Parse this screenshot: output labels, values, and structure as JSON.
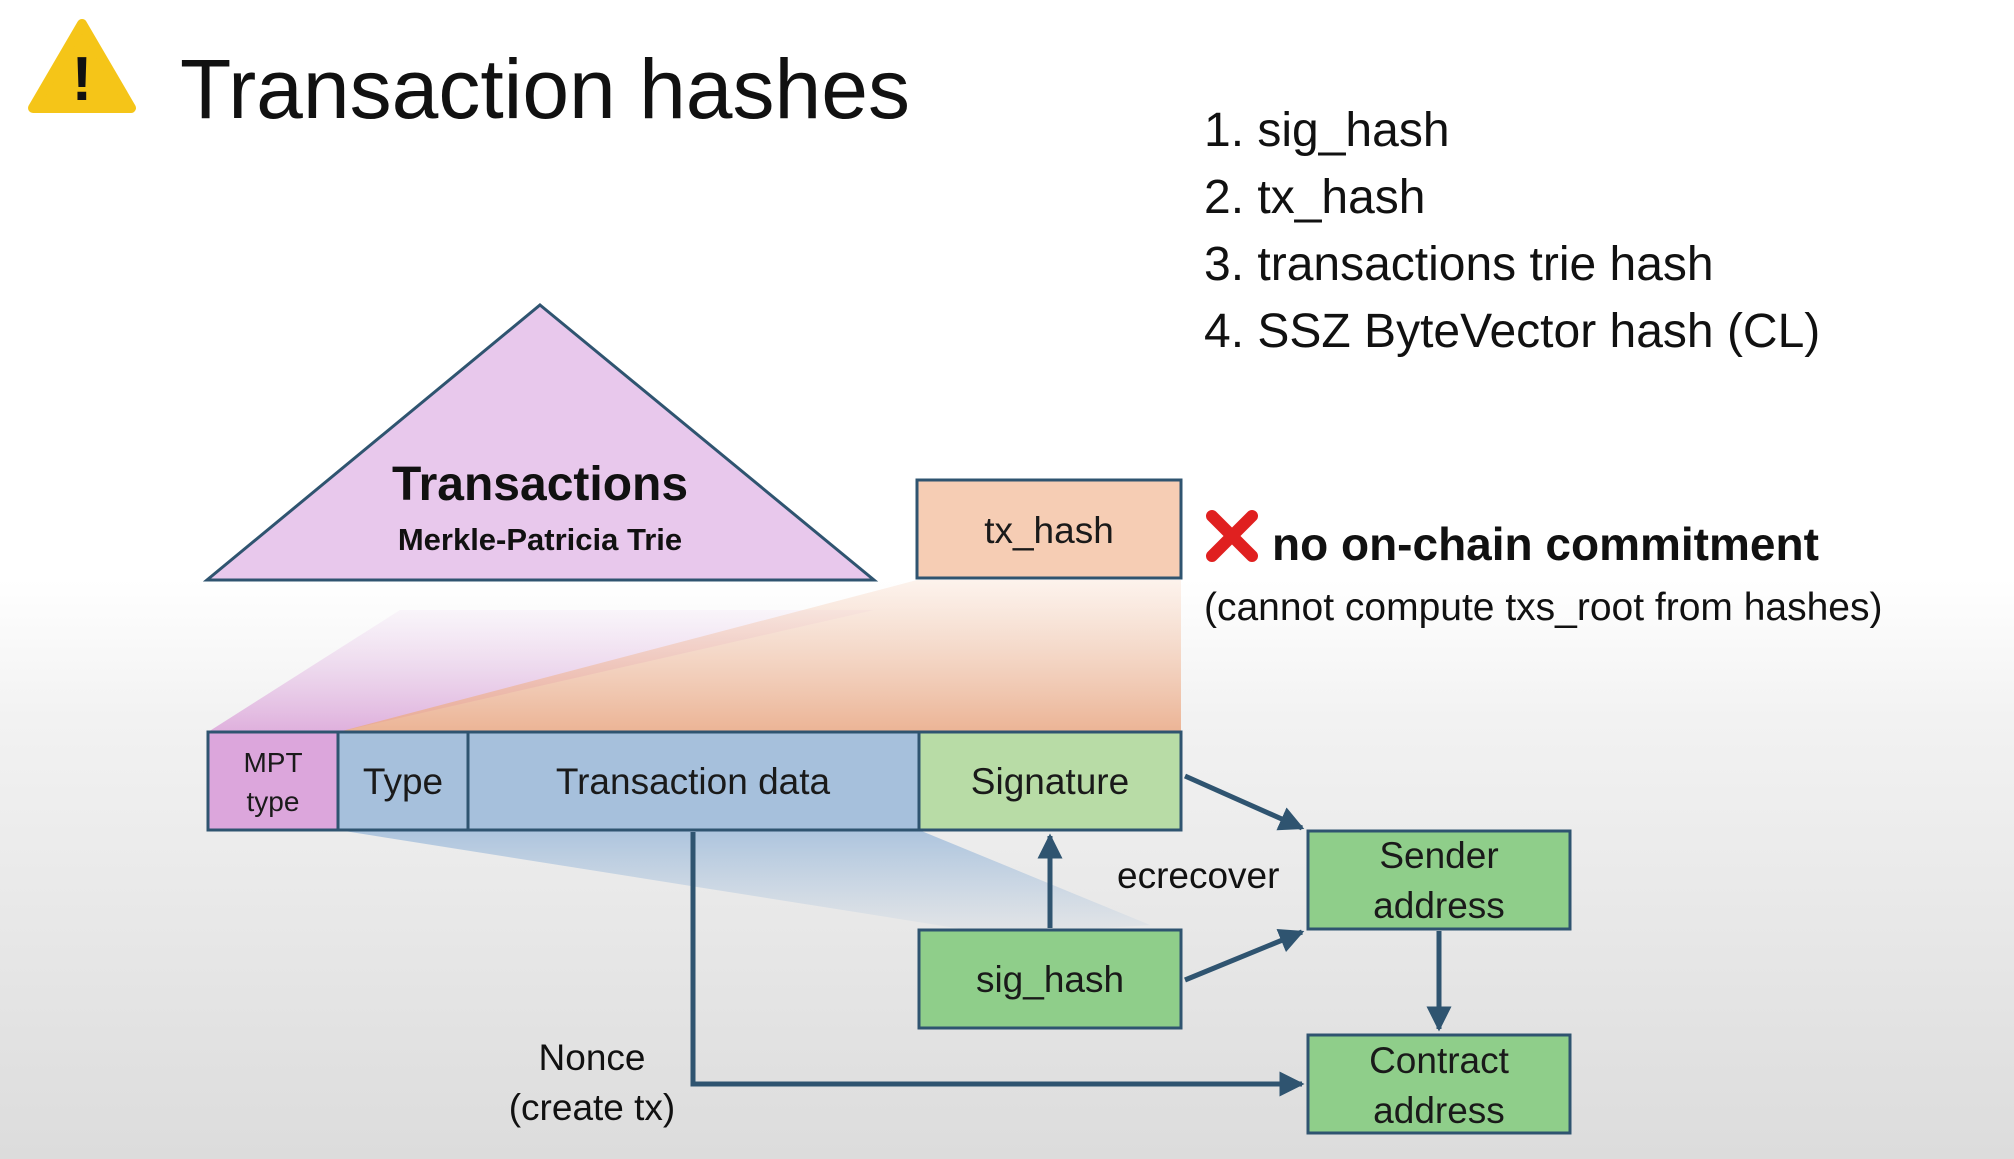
{
  "slide": {
    "title": "Transaction hashes",
    "warning_icon": "warning-triangle-icon",
    "hash_list": [
      "1. sig_hash",
      "2. tx_hash",
      "3. transactions trie hash",
      "4. SSZ ByteVector hash (CL)"
    ]
  },
  "trie": {
    "title": "Transactions",
    "subtitle": "Merkle-Patricia Trie",
    "color": "#e8c8ec"
  },
  "boxes": {
    "tx_hash": "tx_hash",
    "mpt_type_line1": "MPT",
    "mpt_type_line2": "type",
    "type": "Type",
    "transaction_data": "Transaction data",
    "signature": "Signature",
    "sig_hash": "sig_hash",
    "sender_line1": "Sender",
    "sender_line2": "address",
    "contract_line1": "Contract",
    "contract_line2": "address"
  },
  "annotations": {
    "cross_icon": "red-x-icon",
    "no_commitment": "no on-chain commitment",
    "cannot_compute": "(cannot compute txs_root from hashes)",
    "ecrecover": "ecrecover",
    "nonce_line1": "Nonce",
    "nonce_line2": "(create tx)"
  },
  "colors": {
    "trie_fill": "#e8c8ec",
    "mpt_fill": "#dca6dc",
    "blue_fill": "#a6c0dc",
    "green_fill": "#b8dca6",
    "green_dark_fill": "#8fce8a",
    "tx_hash_fill": "#f6cdb4",
    "arrow": "#2f5470",
    "cross": "#e02020",
    "warning": "#f5c518"
  }
}
